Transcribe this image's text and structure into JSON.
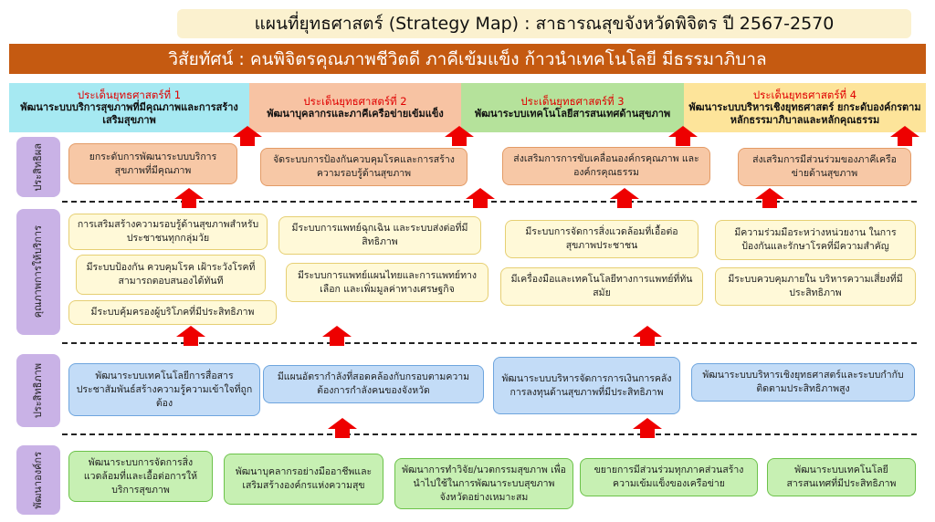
{
  "title": "แผนที่ยุทธศาสตร์ (Strategy Map) : สาธารณสุขจังหวัดพิจิตร ปี 2567-2570",
  "vision": "วิสัยทัศน์ : คนพิจิตรคุณภาพชีวิตดี ภาคีเข้มแข็ง ก้าวนำเทคโนโลยี มีธรรมาภิบาล",
  "issues": [
    {
      "heading": "ประเด็นยุทธศาสตร์ที่ 1",
      "desc": "พัฒนาระบบบริการสุขภาพที่มีคุณภาพและการสร้างเสริมสุขภาพ",
      "color": "#a6e9f2"
    },
    {
      "heading": "ประเด็นยุทธศาสตร์ที่ 2",
      "desc": "พัฒนาบุคลากรและภาคีเครือข่ายเข้มแข็ง",
      "color": "#f7c3a3"
    },
    {
      "heading": "ประเด็นยุทธศาสตร์ที่ 3",
      "desc": "พัฒนาระบบเทคโนโลยีสารสนเทศด้านสุขภาพ",
      "color": "#b5e29b"
    },
    {
      "heading": "ประเด็นยุทธศาสตร์ที่ 4",
      "desc": "พัฒนาระบบบริหารเชิงยุทธศาสตร์ ยกระดับองค์กรตามหลักธรรมาภิบาลและหลักคุณธรรม",
      "color": "#fde49a"
    }
  ],
  "perspectives": {
    "effectiveness": "ประสิทธิผล",
    "service_quality": "คุณภาพการให้บริการ",
    "efficiency": "ประสิทธิภาพ",
    "development": "พัฒนาองค์กร"
  },
  "effectiveness_boxes": [
    "ยกระดับการพัฒนาระบบบริการสุขภาพที่มีคุณภาพ",
    "จัดระบบการป้องกันควบคุมโรคและการสร้างความรอบรู้ด้านสุขภาพ",
    "ส่งเสริมการการขับเคลื่อนองค์กรคุณภาพ และ องค์กรคุณธรรม",
    "ส่งเสริมการมีส่วนร่วมของภาคีเครือข่ายด้านสุขภาพ"
  ],
  "service_boxes": [
    "การเสริมสร้างความรอบรู้ด้านสุขภาพสำหรับประชาชนทุกกลุ่มวัย",
    "มีระบบป้องกัน ควบคุมโรค เฝ้าระวังโรคที่สามารถตอบสนองได้ทันที",
    "มีระบบคุ้มครองผู้บริโภคที่มีประสิทธิภาพ",
    "มีระบบการแพทย์ฉุกเฉิน และระบบส่งต่อที่มีสิทธิภาพ",
    "มีระบบการแพทย์แผนไทยและการแพทย์ทางเลือก และเพิ่มมูลค่าทางเศรษฐกิจ",
    "มีระบบการจัดการสิ่งแวดล้อมที่เอื้อต่อสุขภาพประชาชน",
    "มีเครื่องมือและเทคโนโลยีทางการแพทย์ที่ทันสมัย",
    "มีความร่วมมือระหว่างหน่วยงาน ในการป้องกันและรักษาโรคที่มีความสำคัญ",
    "มีระบบควบคุมภายใน บริหารความเสี่ยงที่มีประสิทธิภาพ"
  ],
  "efficiency_boxes": [
    "พัฒนาระบบเทคโนโลยีการสื่อสารประชาสัมพันธ์สร้างความรู้ความเข้าใจที่ถูกต้อง",
    "มีแผนอัตรากำลังที่สอดคล้องกับกรอบตามความต้องการกำลังคนของจังหวัด",
    "พัฒนาระบบบริหารจัดการการเงินการคลัง การลงทุนด้านสุขภาพที่มีประสิทธิภาพ",
    "พัฒนาระบบบริหารเชิงยุทธศาสตร์และระบบกำกับติดตามประสิทธิภาพสูง"
  ],
  "development_boxes": [
    "พัฒนาระบบการจัดการสิ่งแวดล้อมที่และเอื้อต่อการให้บริการสุขภาพ",
    "พัฒนาบุคลากรอย่างมืออาชีพและเสริมสร้างองค์กรแห่งความสุข",
    "พัฒนาการทำวิจัย/นวตกรรมสุขภาพ เพื่อนำไปใช้ในการพัฒนาระบบสุขภาพจังหวัดอย่างเหมาะสม",
    "ขยายการมีส่วนร่วมทุกภาคส่วนสร้างความเข้มแข็งของเครือข่าย",
    "พัฒนาระบบเทคโนโลยีสารสนเทศที่มีประสิทธิภาพ"
  ],
  "colors": {
    "title_bg": "#fbf1cf",
    "vision_bg": "#c55a11",
    "perspective_bg": "#c9b2e6",
    "arrow": "#ee0000"
  }
}
